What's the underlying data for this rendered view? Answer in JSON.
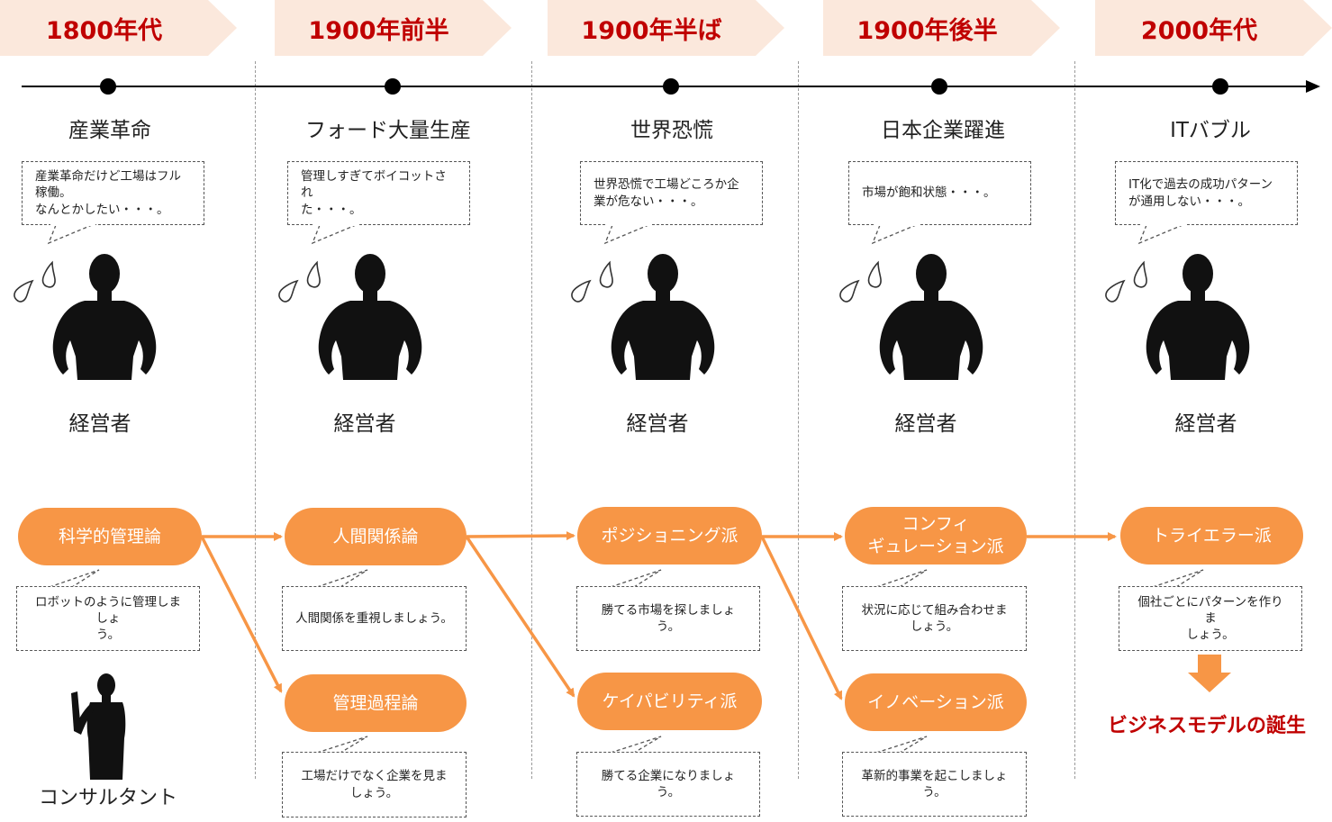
{
  "eras": [
    "1800年代",
    "1900年前半",
    "1900年半ば",
    "1900年後半",
    "2000年代"
  ],
  "events": [
    "産業革命",
    "フォード大量生産",
    "世界恐慌",
    "日本企業躍進",
    "ITバブル"
  ],
  "manager_label": "経営者",
  "manager_quotes": [
    [
      "産業革命だけど工場はフル",
      "稼働。",
      "なんとかしたい・・・。"
    ],
    [
      "管理しすぎてボイコットされ",
      "た・・・。"
    ],
    [
      "世界恐慌で工場どころか企",
      "業が危ない・・・。"
    ],
    [
      "市場が飽和状態・・・。"
    ],
    [
      "IT化で過去の成功パターン",
      "が通用しない・・・。"
    ]
  ],
  "theories": {
    "scientific": "科学的管理論",
    "human_relations": "人間関係論",
    "management_process": "管理過程論",
    "positioning": "ポジショニング派",
    "capability": "ケイパビリティ派",
    "configuration": [
      "コンフィ",
      "ギュレーション派"
    ],
    "innovation": "イノベーション派",
    "trial_error": "トライエラー派"
  },
  "theory_quotes": {
    "scientific": [
      "ロボットのように管理しましょ",
      "う。"
    ],
    "human_relations": [
      "人間関係を重視しましょう。"
    ],
    "management_process": [
      "工場だけでなく企業を見ま",
      "しょう。"
    ],
    "positioning": [
      "勝てる市場を探しましょう。"
    ],
    "capability": [
      "勝てる企業になりましょう。"
    ],
    "configuration": [
      "状況に応じて組み合わせま",
      "しょう。"
    ],
    "innovation": [
      "革新的事業を起こしましょう。"
    ],
    "trial_error": [
      "個社ごとにパターンを作りま",
      "しょう。"
    ]
  },
  "consultant_label": "コンサルタント",
  "result_label": "ビジネスモデルの誕生",
  "colors": {
    "era_bg": "#fbe8dc",
    "era_text": "#c00000",
    "pill": "#f79646",
    "result_arrow": "#f79646",
    "result_text": "#c00000"
  },
  "icons": [
    "sweat-drops-icon",
    "manager-silhouette-icon",
    "consultant-silhouette-icon",
    "down-arrow-icon"
  ]
}
